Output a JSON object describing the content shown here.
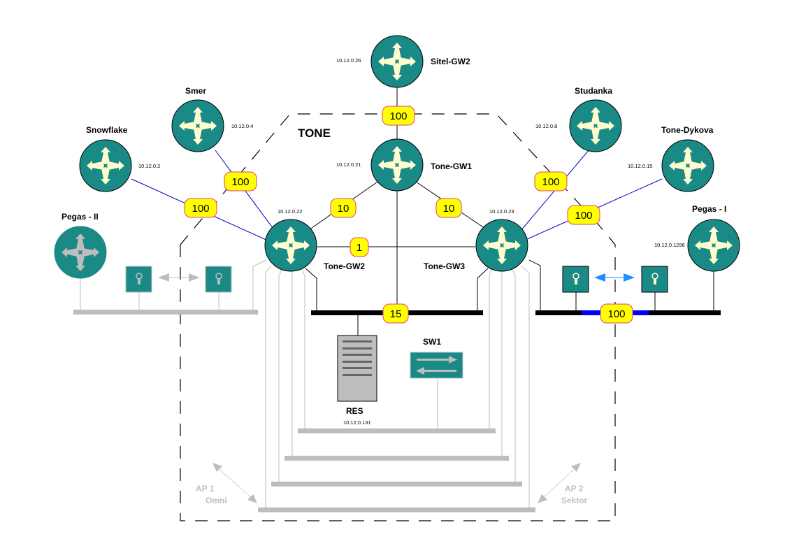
{
  "colors": {
    "router_fill": "#1a8a86",
    "router_arrow": "#fffdd0",
    "router_arrow_inactive": "#bdbdbd",
    "badge_fill": "#ffff00",
    "badge_stroke": "#e0407a",
    "link_blue": "#0000c8",
    "link_black": "#000000",
    "wireless_gray": "#bdbdbd",
    "wireless_blue": "#1e90ff"
  },
  "zone": {
    "label": "TONE"
  },
  "routers": [
    {
      "id": "sitel-gw2",
      "name": "Sitel-GW2",
      "ip": "10.12.0.26",
      "active": true
    },
    {
      "id": "smer",
      "name": "Smer",
      "ip": "10.12.0.4",
      "active": true
    },
    {
      "id": "snowflake",
      "name": "Snowflake",
      "ip": "10.12.0.2",
      "active": true
    },
    {
      "id": "tone-gw1",
      "name": "Tone-GW1",
      "ip": "10.12.0.21",
      "active": true
    },
    {
      "id": "studanka",
      "name": "Studanka",
      "ip": "10.12.0.8",
      "active": true
    },
    {
      "id": "tone-dykova",
      "name": "Tone-Dykova",
      "ip": "10.12.0.15",
      "active": true
    },
    {
      "id": "tone-gw2",
      "name": "Tone-GW2",
      "ip": "10.12.0.22",
      "active": true
    },
    {
      "id": "tone-gw3",
      "name": "Tone-GW3",
      "ip": "10.12.0.23",
      "active": true
    },
    {
      "id": "pegas-i",
      "name": "Pegas - I",
      "ip": "10.12.0.1296",
      "active": true
    },
    {
      "id": "pegas-ii",
      "name": "Pegas - II",
      "ip": "",
      "active": false
    }
  ],
  "link_costs": {
    "sitel_gw1": "100",
    "smer_gw2": "100",
    "snowflake_gw2": "100",
    "gw1_gw2": "10",
    "gw1_gw3": "10",
    "gw2_gw3": "1",
    "lan_backbone": "15",
    "studanka_gw3": "100",
    "dykova_gw3": "100",
    "pegas_i_link": "100"
  },
  "server": {
    "name": "RES",
    "ip": "10.12.0.131"
  },
  "switch": {
    "name": "SW1"
  },
  "access_points": [
    {
      "line1": "AP 1",
      "line2": "Omni"
    },
    {
      "line1": "AP 2",
      "line2": "Sektor"
    }
  ]
}
